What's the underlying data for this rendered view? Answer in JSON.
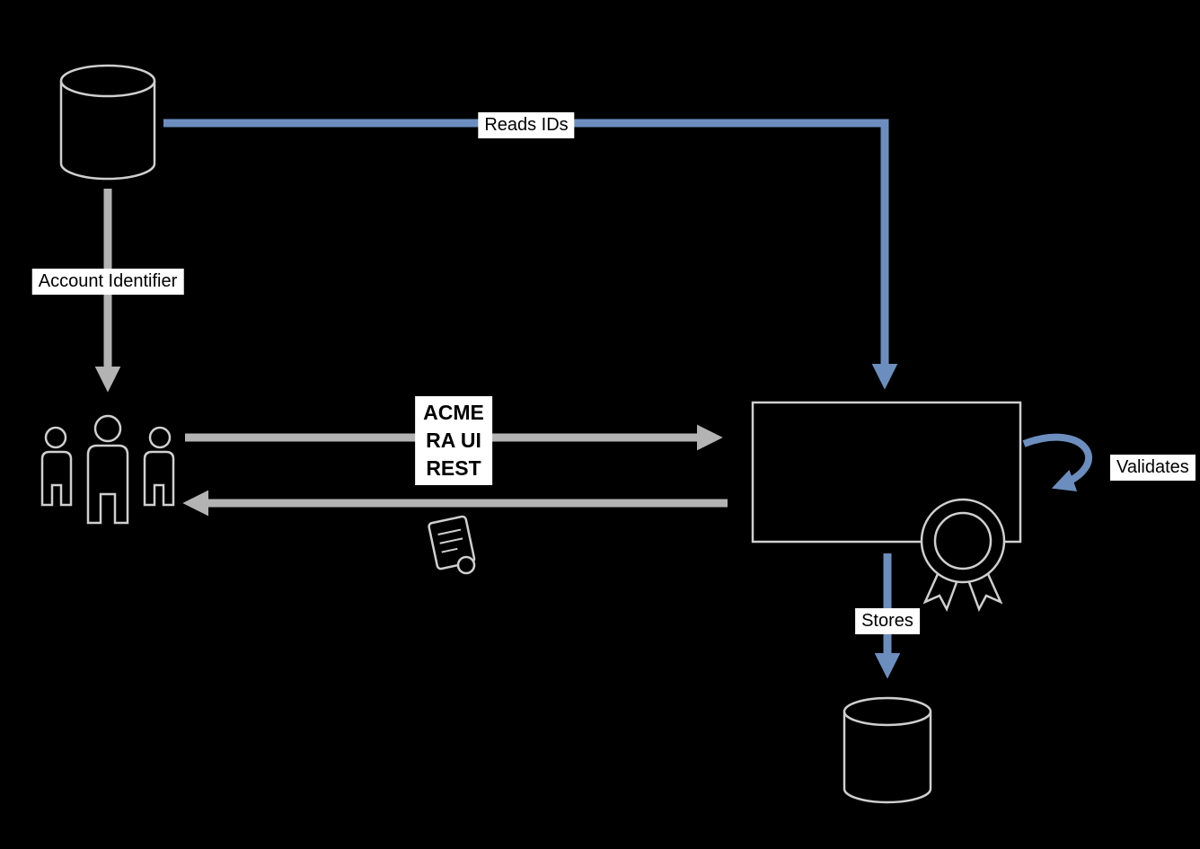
{
  "diagram": {
    "background_color": "#000000",
    "colors": {
      "blue_arrow": "#6c8ebf",
      "gray_arrow": "#b3b3b3",
      "shape_stroke": "#cfcfcf",
      "shape_fill": "#000000",
      "label_background": "#ffffff",
      "label_text": "#000000"
    },
    "labels": {
      "reads_ids": "Reads IDs",
      "account_identifier": "Account Identifier",
      "acme_lines": [
        "ACME",
        "RA UI",
        "REST"
      ],
      "validates": "Validates",
      "stores": "Stores"
    },
    "icons": {
      "top_left": "database-cylinder-icon",
      "left": "users-group-icon",
      "center": "certificate-scroll-icon",
      "right": "server-box",
      "right_badge": "award-rosette-icon",
      "bottom": "database-cylinder-icon"
    }
  }
}
